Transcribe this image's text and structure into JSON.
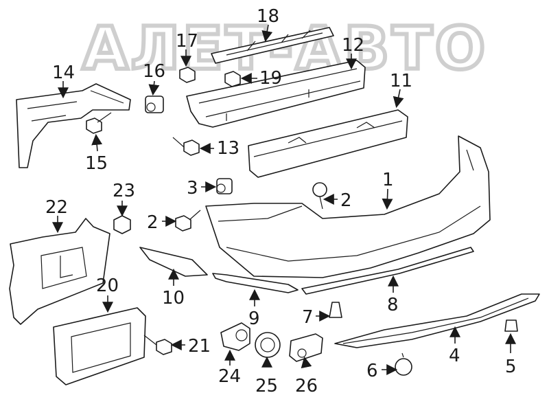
{
  "watermark": "АЛЕТ-АВТО",
  "callouts": {
    "c1": "1",
    "c2a": "2",
    "c2b": "2",
    "c3": "3",
    "c4": "4",
    "c5": "5",
    "c6": "6",
    "c7": "7",
    "c8": "8",
    "c9": "9",
    "c10": "10",
    "c11": "11",
    "c12": "12",
    "c13": "13",
    "c14": "14",
    "c15": "15",
    "c16": "16",
    "c17": "17",
    "c18": "18",
    "c19": "19",
    "c20": "20",
    "c21": "21",
    "c22": "22",
    "c23": "23",
    "c24": "24",
    "c25": "25",
    "c26": "26"
  }
}
